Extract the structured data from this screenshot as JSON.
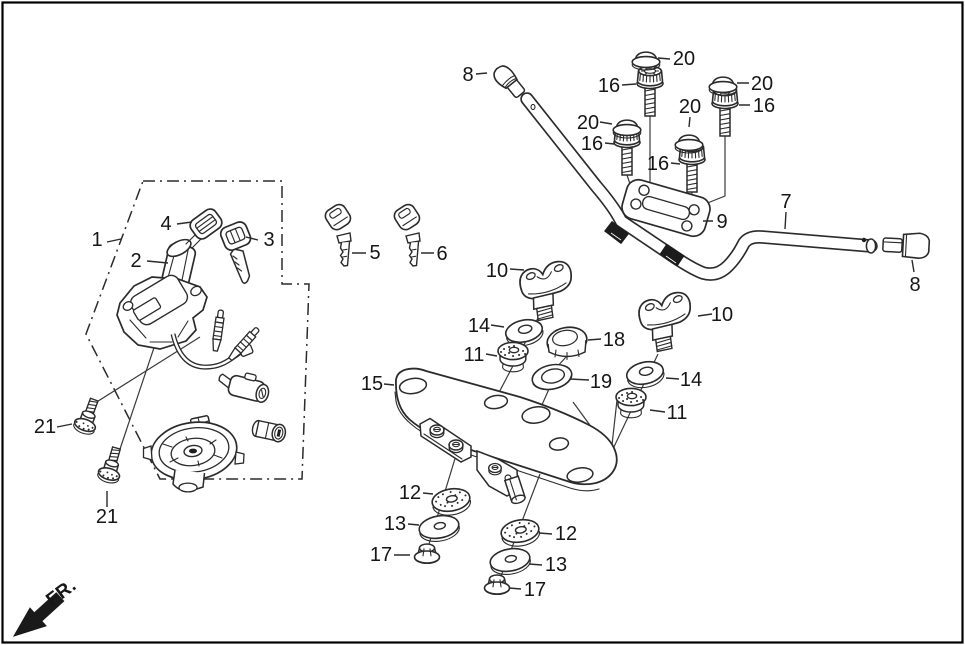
{
  "figure": {
    "kind": "exploded-parts-diagram",
    "subject": "handlebar and ignition switch assembly",
    "direction_indicator": "FR."
  },
  "colors": {
    "line": "#2b2b2b",
    "background": "#ffffff",
    "border": "#000000"
  },
  "callouts": [
    "1",
    "2",
    "3",
    "4",
    "5",
    "6",
    "8",
    "20",
    "16",
    "20",
    "16",
    "20",
    "16",
    "20",
    "16",
    "9",
    "7",
    "8",
    "10",
    "10",
    "14",
    "11",
    "18",
    "19",
    "14",
    "11",
    "15",
    "21",
    "21",
    "12",
    "13",
    "17",
    "12",
    "13",
    "17"
  ],
  "part_numbers_shown": [
    "1",
    "2",
    "3",
    "4",
    "5",
    "6",
    "7",
    "8",
    "9",
    "10",
    "11",
    "12",
    "13",
    "14",
    "15",
    "16",
    "17",
    "18",
    "19",
    "20",
    "21"
  ]
}
